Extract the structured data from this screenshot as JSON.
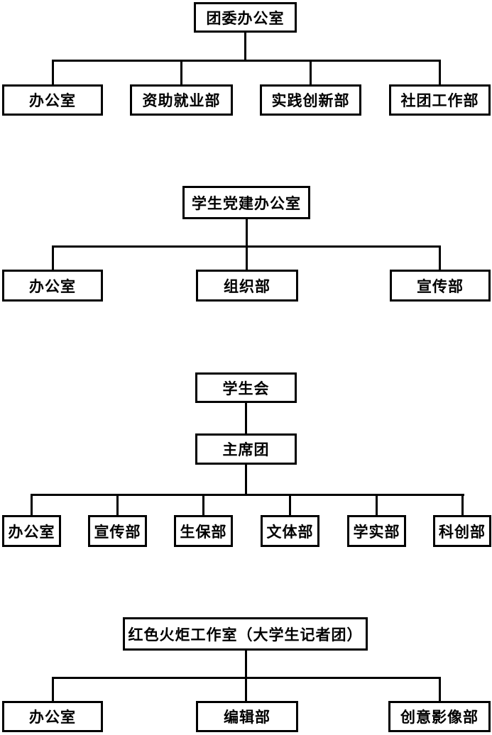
{
  "diagram": {
    "title": "student-organization-structure",
    "colors": {
      "background": "#ffffff",
      "line": "#000000",
      "text": "#000000"
    },
    "trees": [
      {
        "root": "团委办公室",
        "children": [
          "办公室",
          "资助就业部",
          "实践创新部",
          "社团工作部"
        ]
      },
      {
        "root": "学生党建办公室",
        "children": [
          "办公室",
          "组织部",
          "宣传部"
        ]
      },
      {
        "root": "学生会",
        "middle": "主席团",
        "children": [
          "办公室",
          "宣传部",
          "生保部",
          "文体部",
          "学实部",
          "科创部"
        ]
      },
      {
        "root": "红色火炬工作室（大学生记者团）",
        "children": [
          "办公室",
          "编辑部",
          "创意影像部"
        ]
      }
    ]
  }
}
